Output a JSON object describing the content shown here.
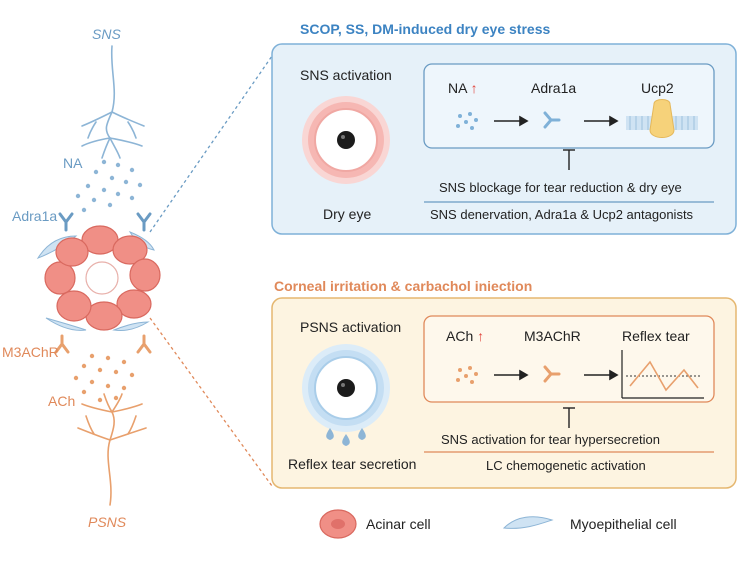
{
  "left_panel": {
    "sns": "SNS",
    "na": "NA",
    "adra1a": "Adra1a",
    "m3achr": "M3AChR",
    "ach": "ACh",
    "psns": "PSNS"
  },
  "top_section": {
    "header": "SCOP, SS, DM-induced dry eye stress",
    "eye_title": "SNS activation",
    "eye_caption": "Dry eye",
    "pathway": {
      "step1": "NA",
      "step1_up": "↑",
      "step2": "Adra1a",
      "step3": "Ucp2"
    },
    "blockage": "SNS blockage for tear reduction & dry eye",
    "intervention": "SNS denervation, Adra1a & Ucp2 antagonists"
  },
  "bottom_section": {
    "header": "Corneal irritation & carbachol iniection",
    "eye_title": "PSNS activation",
    "eye_caption": "Reflex tear secretion",
    "pathway": {
      "step1": "ACh",
      "step1_up": "↑",
      "step2": "M3AChR",
      "step3": "Reflex tear"
    },
    "activation": "SNS activation for tear hypersecretion",
    "intervention": "LC chemogenetic activation"
  },
  "legend": {
    "acinar": "Acinar cell",
    "myoepithelial": "Myoepithelial cell"
  },
  "colors": {
    "blue_line": "#8db5d6",
    "blue_box_fill": "#e6f1f9",
    "blue_border": "#7fb1d8",
    "orange_line": "#e8a06d",
    "orange_box_fill": "#fdf4e1",
    "orange_border": "#e5b770",
    "acinar_fill": "#f08f86"
  }
}
